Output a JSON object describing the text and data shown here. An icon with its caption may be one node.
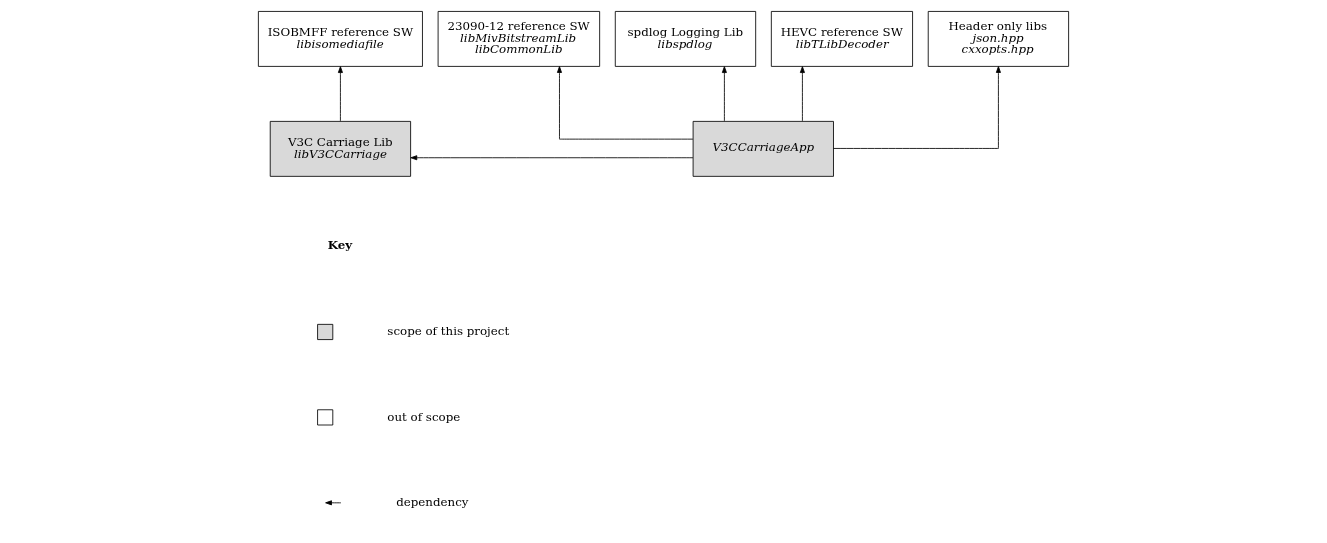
{
  "diagram": {
    "nodes": [
      {
        "text": [
          "ISOBMFF reference SW",
          "libisomediafile"
        ]
      },
      {
        "text": [
          "23090-12 reference SW",
          "libMivBitstreamLib",
          "libCommonLib"
        ]
      },
      {
        "text": [
          "spdlog Logging Lib",
          "libspdlog"
        ]
      },
      {
        "text": [
          "HEVC reference SW",
          "libTLibDecoder"
        ]
      },
      {
        "text": [
          "Header only libs",
          "json.hpp",
          "cxxopts.hpp"
        ]
      },
      {
        "text": [
          "V3C Carriage Lib",
          "libV3CCarriage"
        ]
      },
      {
        "text": [
          "V3CCarriageApp"
        ]
      }
    ],
    "edges": [
      {
        "from": 5,
        "to": 0,
        "arrow": "to"
      },
      {
        "from": 6,
        "to": 5,
        "arrow": "to"
      },
      {
        "from": 6,
        "to": 1,
        "arrow": "to"
      },
      {
        "from": 6,
        "to": 2,
        "arrow": "to"
      },
      {
        "from": 6,
        "to": 3,
        "arrow": "to"
      },
      {
        "from": 6,
        "to": 4,
        "arrow": "to"
      }
    ],
    "labels": [
      "Key"
    ],
    "legend": [
      {
        "text": "scope of this project",
        "color": "#d9d9d9"
      },
      {
        "text": "out of scope",
        "color": "#ffffff"
      },
      {
        "text": "dependency"
      }
    ]
  }
}
